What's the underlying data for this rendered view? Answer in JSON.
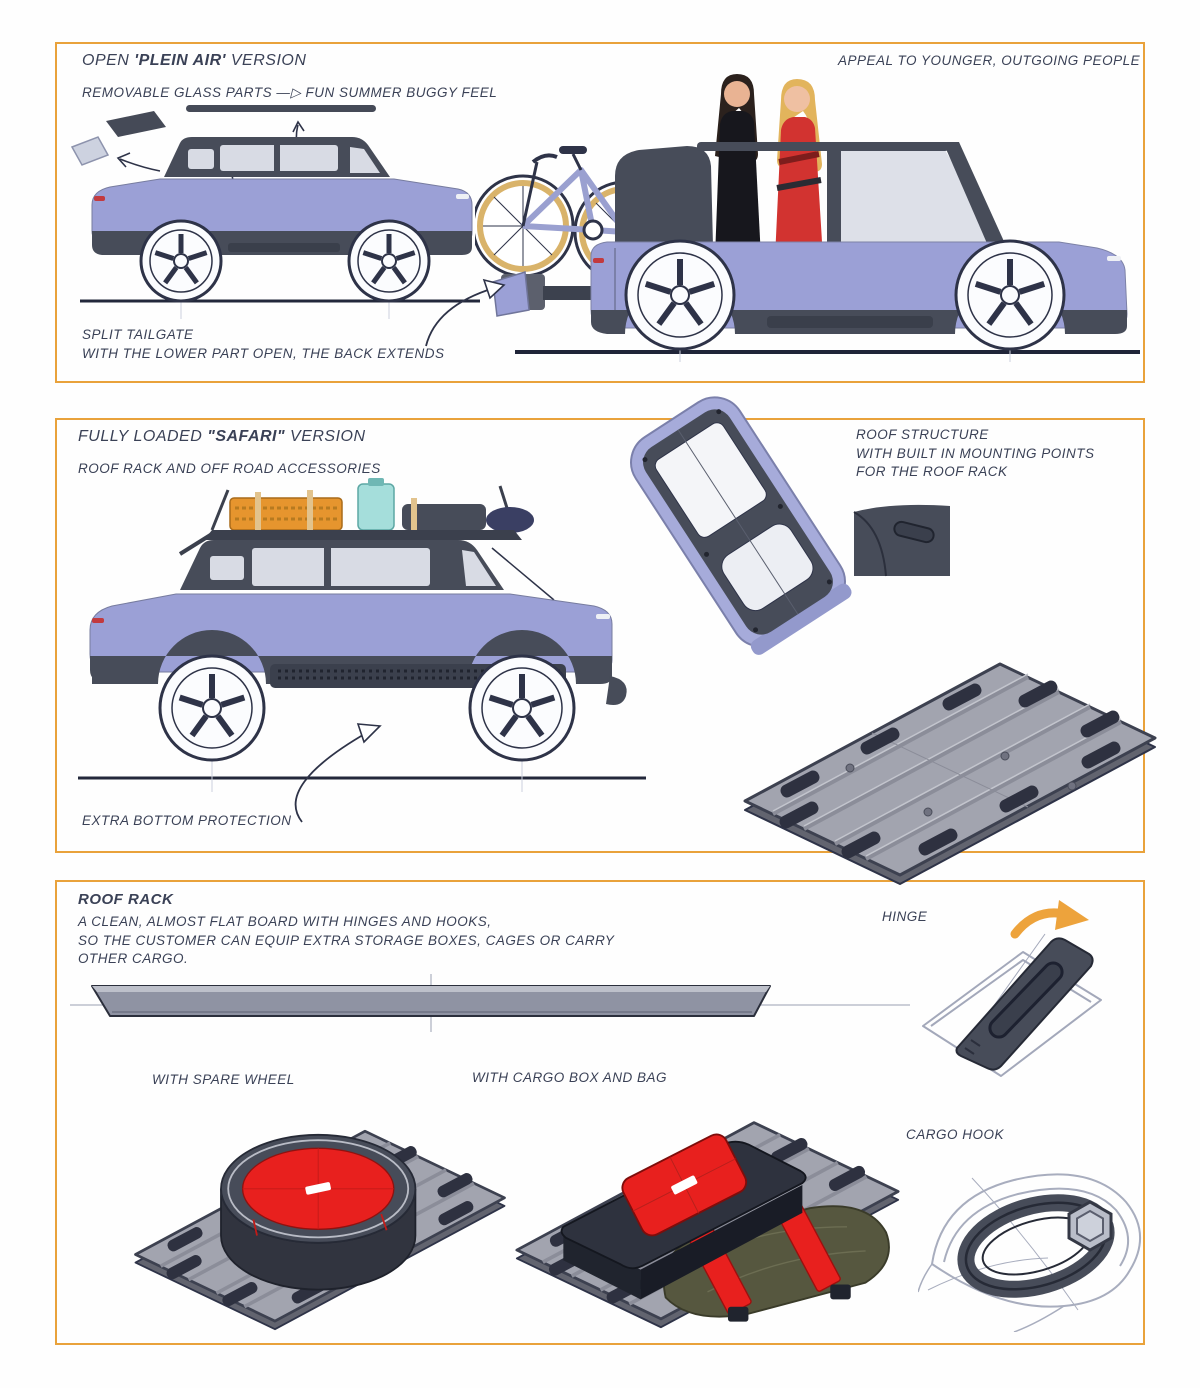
{
  "colors": {
    "panel_border": "#E9A23B",
    "ink": "#3A4156",
    "car_body": "#9BA0D6",
    "dark_trim": "#474C59",
    "accent_red": "#E8201E",
    "hinge_arrow_orange": "#EDA33C",
    "cargo_box_orange": "#E6952E",
    "bag_olive": "#56573F",
    "strap_tan": "#E2C38D",
    "jug_teal": "#A5DEDB",
    "board_gray": "#A2A4AF"
  },
  "panel_plein_air": {
    "title_pre": "OPEN ",
    "title_em": "'PLEIN AIR'",
    "title_post": " VERSION",
    "subtitle": "REMOVABLE  GLASS PARTS —▷ FUN SUMMER BUGGY FEEL",
    "appeal_note": "APPEAL TO YOUNGER, OUTGOING PEOPLE",
    "tailgate_note_line1": "SPLIT  TAILGATE",
    "tailgate_note_line2": "WITH THE LOWER PART OPEN, THE BACK EXTENDS"
  },
  "panel_safari": {
    "title_pre": "FULLY LOADED ",
    "title_em": "\"SAFARI\"",
    "title_post": " VERSION",
    "subtitle": "ROOF RACK AND OFF ROAD ACCESSORIES",
    "roof_structure_note_line1": "ROOF STRUCTURE",
    "roof_structure_note_line2": "WITH BUILT IN MOUNTING POINTS",
    "roof_structure_note_line3": "FOR THE ROOF RACK",
    "bottom_note": "EXTRA BOTTOM PROTECTION"
  },
  "panel_roof_rack": {
    "title": "ROOF RACK",
    "description_line1": "A CLEAN, ALMOST FLAT BOARD WITH HINGES AND HOOKS,",
    "description_line2": "SO THE CUSTOMER CAN EQUIP EXTRA STORAGE BOXES, CAGES OR CARRY",
    "description_line3": "OTHER CARGO.",
    "hinge_label": "HINGE",
    "spare_wheel_label": "WITH SPARE WHEEL",
    "cargo_label": "WITH CARGO BOX AND BAG",
    "hook_label": "CARGO HOOK"
  }
}
